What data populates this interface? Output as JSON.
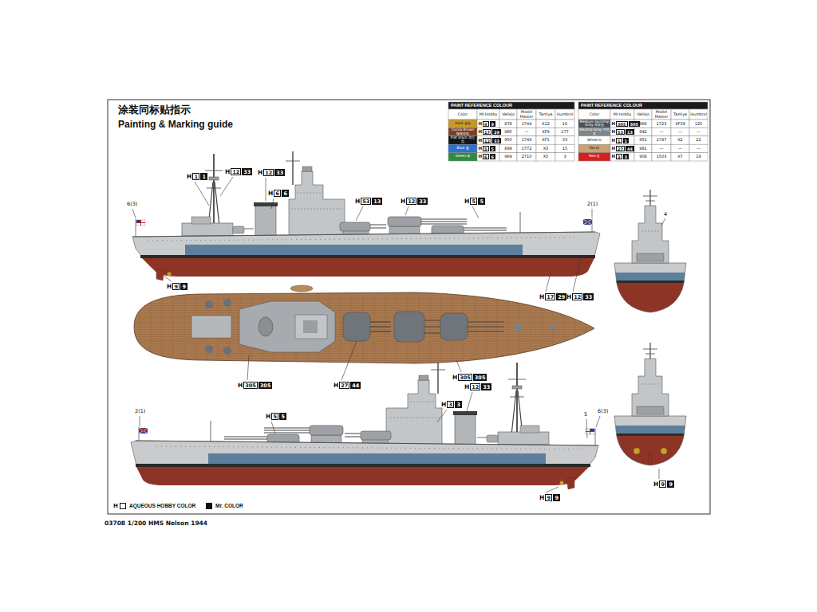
{
  "diagram": {
    "title": "Painting & Marking guide",
    "labels": [
      "涂装同标贴指示",
      "PAINT REFERENCE COLOUR",
      "Color",
      "Mr.Hobby",
      "Vallejo",
      "Model Master",
      "Tamiya",
      "Humbrol",
      "Gold 金色",
      "H",
      "9",
      "9",
      "878",
      "1744",
      "X12",
      "16",
      "Cocoa Brown 咖啡棕色",
      "H",
      "17",
      "29",
      "985",
      "—",
      "XF9",
      "177",
      "Flat black 消光黑",
      "H",
      "12",
      "33",
      "950",
      "1749",
      "XF1",
      "33",
      "Blue 蓝",
      "H",
      "5",
      "5",
      "899",
      "1772",
      "X3",
      "15",
      "Green 绿",
      "H",
      "6",
      "6",
      "969",
      "2710",
      "X5",
      "3",
      "PAINT REFERENCE COLOUR",
      "Color",
      "Mr.Hobby",
      "Vallejo",
      "Model Master",
      "Tamiya",
      "Humbrol",
      "Medium Gunship Gray 深灰色",
      "H",
      "305",
      "305",
      "866",
      "1723",
      "XF58",
      "125",
      "Neutral Gray 中性灰",
      "H",
      "53",
      "13",
      "992",
      "—",
      "—",
      "—",
      "White 白",
      "H",
      "1",
      "1",
      "951",
      "1747",
      "X2",
      "22",
      "Tan 棕",
      "H",
      "27",
      "44",
      "981",
      "—",
      "—",
      "—",
      "Red 红",
      "H",
      "3",
      "3",
      "908",
      "1503",
      "X7",
      "19",
      "H",
      "1",
      "1",
      "H",
      "12",
      "33",
      "H",
      "12",
      "33",
      "H",
      "6",
      "6",
      "H",
      "53",
      "13",
      "H",
      "12",
      "33",
      "H",
      "5",
      "5",
      "H",
      "9",
      "9",
      "H",
      "17",
      "29",
      "H",
      "12",
      "33",
      "H",
      "305",
      "305",
      "H",
      "27",
      "44",
      "H",
      "305",
      "305",
      "H",
      "5",
      "5",
      "H",
      "3",
      "3",
      "H",
      "12",
      "33",
      "H",
      "9",
      "9",
      "H",
      "9",
      "9",
      "6(3)",
      "2(1)",
      "4",
      "2(1)",
      "5",
      "6(3)",
      "H",
      "03708 1/200 HMS Nelson 1944"
    ],
    "legend": [
      {
        "text": "AQUEOUS HOBBY COLOR"
      },
      {
        "text": "Mr. COLOR"
      }
    ]
  }
}
